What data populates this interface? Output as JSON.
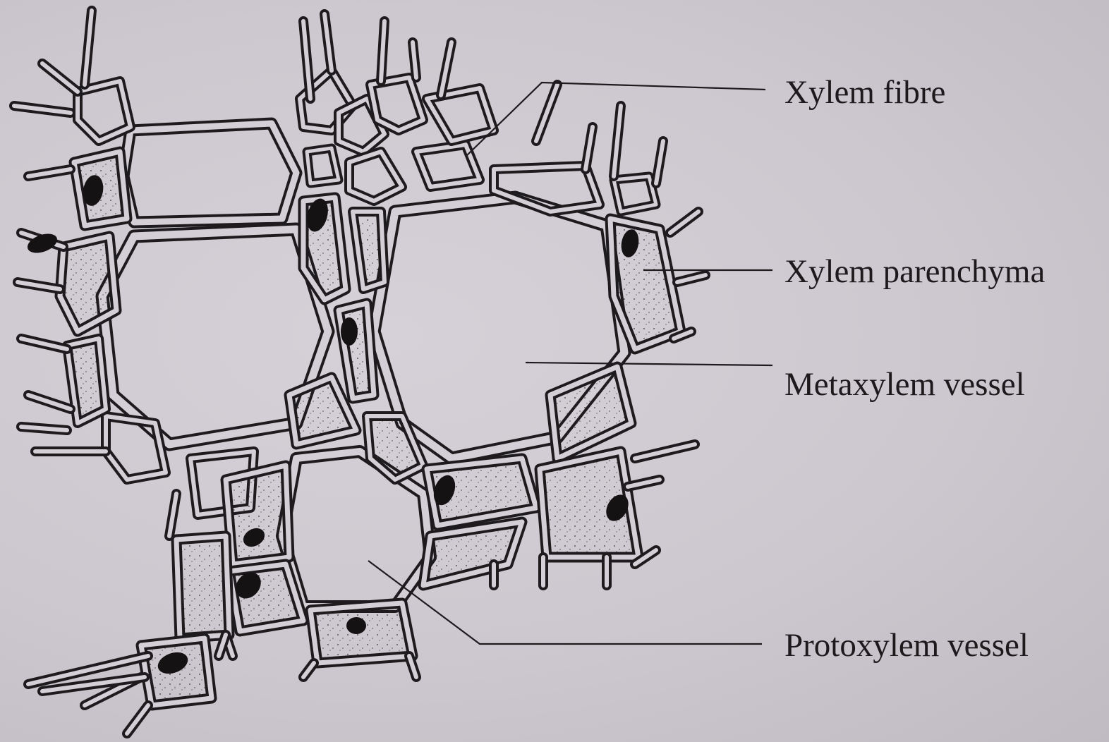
{
  "figure": {
    "labels": {
      "xylem_fibre": "Xylem fibre",
      "xylem_parenchyma": "Xylem parenchyma",
      "metaxylem_vessel": "Metaxylem vessel",
      "protoxylem_vessel": "Protoxylem vessel"
    }
  }
}
